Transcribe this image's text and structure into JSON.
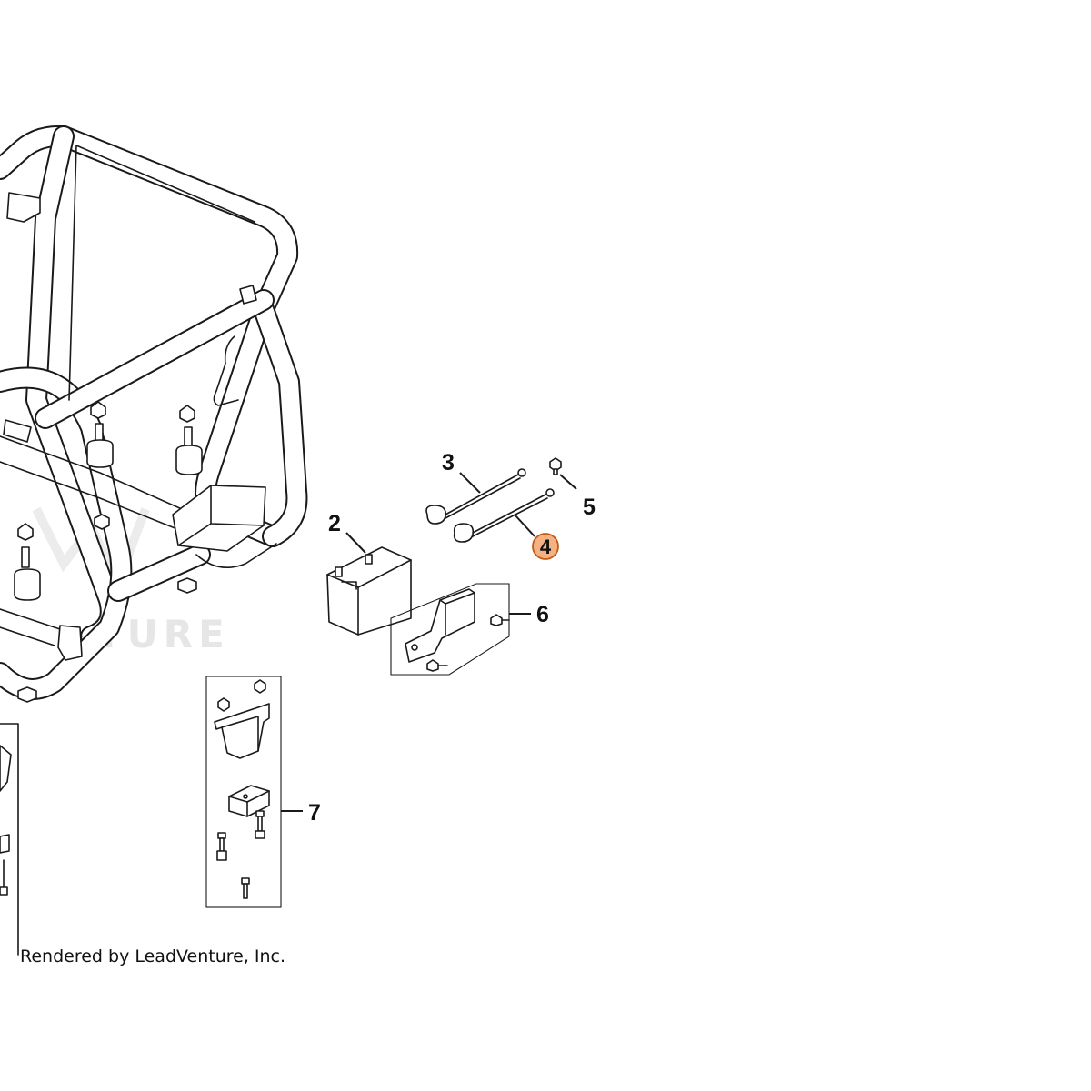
{
  "watermark": {
    "text": "TURE"
  },
  "credit": {
    "text": "Rendered by LeadVenture, Inc."
  },
  "callouts": [
    {
      "number": "2",
      "highlighted": false
    },
    {
      "number": "3",
      "highlighted": false
    },
    {
      "number": "4",
      "highlighted": true
    },
    {
      "number": "5",
      "highlighted": false
    },
    {
      "number": "6",
      "highlighted": false
    },
    {
      "number": "7",
      "highlighted": false
    }
  ],
  "colors": {
    "highlight_fill": "#f4b183",
    "highlight_stroke": "#c55a11",
    "line": "#1a1a1a",
    "watermark": "#e6e6e6"
  }
}
